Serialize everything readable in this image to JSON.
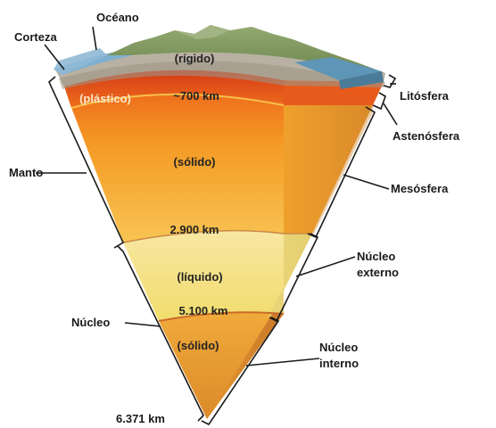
{
  "labels": {
    "ocean": "Océano",
    "crust": "Corteza",
    "lithosphere": "Litósfera",
    "asthenosphere": "Astenósfera",
    "mantle": "Manto",
    "mesosphere": "Mesósfera",
    "core": "Núcleo",
    "outer_core_line1": "Núcleo",
    "outer_core_line2": "externo",
    "inner_core_line1": "Núcleo",
    "inner_core_line2": "interno"
  },
  "inner_text": {
    "rigid": "(rígido)",
    "plastic": "(plástico)",
    "solid_mantle": "(sólido)",
    "liquid": "(líquido)",
    "solid_core": "(sólido)"
  },
  "depths": {
    "d700": "~700 km",
    "d2900": "2.900 km",
    "d5100": "5.100 km",
    "d6371": "6.371 km"
  },
  "colors": {
    "lithosphere": "#b9b3a6",
    "asthenosphere": "#e8501a",
    "mesosphere": "#f5a21f",
    "outer_core": "#f3e27e",
    "inner_core": "#e3962c",
    "land": "#7f9b5f",
    "ocean": "#5c92b5"
  }
}
